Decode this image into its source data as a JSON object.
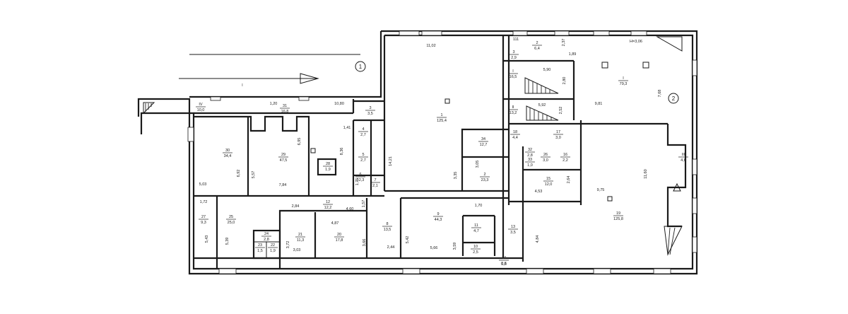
{
  "rooms": [
    {
      "id": "r1",
      "num": "1",
      "area": "125,4"
    },
    {
      "id": "r2",
      "num": "2",
      "area": "23,3"
    },
    {
      "id": "r3",
      "num": "3",
      "area": "3,5"
    },
    {
      "id": "r4",
      "num": "4",
      "area": "2,7"
    },
    {
      "id": "r5",
      "num": "5",
      "area": "2,7"
    },
    {
      "id": "r6",
      "num": "6",
      "area": "12,3"
    },
    {
      "id": "r7",
      "num": "7",
      "area": "2,1"
    },
    {
      "id": "r8",
      "num": "8",
      "area": "13,5"
    },
    {
      "id": "r9",
      "num": "9",
      "area": "44,3"
    },
    {
      "id": "r10",
      "num": "10",
      "area": "2,5"
    },
    {
      "id": "r11",
      "num": "11",
      "area": "4,7"
    },
    {
      "id": "r12",
      "num": "12",
      "area": "12,2"
    },
    {
      "id": "r13",
      "num": "13",
      "area": "3,5"
    },
    {
      "id": "r14",
      "num": "14",
      "area": "0,6"
    },
    {
      "id": "r15",
      "num": "15",
      "area": "12,0"
    },
    {
      "id": "r16",
      "num": "16",
      "area": "2,2"
    },
    {
      "id": "r17",
      "num": "17",
      "area": "3,0"
    },
    {
      "id": "r18",
      "num": "18",
      "area": "4,4"
    },
    {
      "id": "r19",
      "num": "19",
      "area": "125,8"
    },
    {
      "id": "r20",
      "num": "20",
      "area": "17,8"
    },
    {
      "id": "r21",
      "num": "21",
      "area": "11,3"
    },
    {
      "id": "r22",
      "num": "22",
      "area": "1,9"
    },
    {
      "id": "r23",
      "num": "23",
      "area": "1,5"
    },
    {
      "id": "r24",
      "num": "24",
      "area": "2,8"
    },
    {
      "id": "r25",
      "num": "25",
      "area": "25,0"
    },
    {
      "id": "r26",
      "num": "26",
      "area": "3,0"
    },
    {
      "id": "r27",
      "num": "27",
      "area": "9,3"
    },
    {
      "id": "r28",
      "num": "28",
      "area": "1,9"
    },
    {
      "id": "r29",
      "num": "29",
      "area": "47,5"
    },
    {
      "id": "r30",
      "num": "30",
      "area": "34,4"
    },
    {
      "id": "r31",
      "num": "31",
      "area": "16,8"
    },
    {
      "id": "r32",
      "num": "32",
      "area": "2,8"
    },
    {
      "id": "r33",
      "num": "33",
      "area": "1,0"
    },
    {
      "id": "r34",
      "num": "34",
      "area": "12,7"
    },
    {
      "id": "rI",
      "num": "I",
      "area": "79,3"
    },
    {
      "id": "rI2",
      "num": "I",
      "area": "16,5"
    },
    {
      "id": "rII",
      "num": "II",
      "area": "13,2"
    },
    {
      "id": "rIII",
      "num": "III",
      "area": "4,6"
    },
    {
      "id": "rIV",
      "num": "IV",
      "area": "10,0"
    },
    {
      "id": "r2b",
      "num": "2",
      "area": "6,4"
    },
    {
      "id": "r3b",
      "num": "3",
      "area": "2,9"
    }
  ],
  "dimensions": [
    "11,02",
    "111",
    "2,37",
    "1,89",
    "H=3,06",
    "5,90",
    "2,80",
    "5,92",
    "2,52",
    "7,68",
    "9,81",
    "1,20",
    "10,80",
    "1,41",
    "6,95",
    "8,36",
    "5,57",
    "6,92",
    "5,03",
    "7,84",
    "1,75",
    "14,21",
    "3,35",
    "3,05",
    "11,60",
    "9,75",
    "4,53",
    "2,64",
    "1,72",
    "5,43",
    "5,39",
    "2,84",
    "4,60",
    "1,57",
    "4,87",
    "3,72",
    "3,03",
    "3,66",
    "2,44",
    "5,42",
    "5,66",
    "1,70",
    "3,59",
    "4,84",
    "0,6"
  ],
  "markers": {
    "axis1": "1",
    "axis2": "2",
    "entrance": "I"
  }
}
